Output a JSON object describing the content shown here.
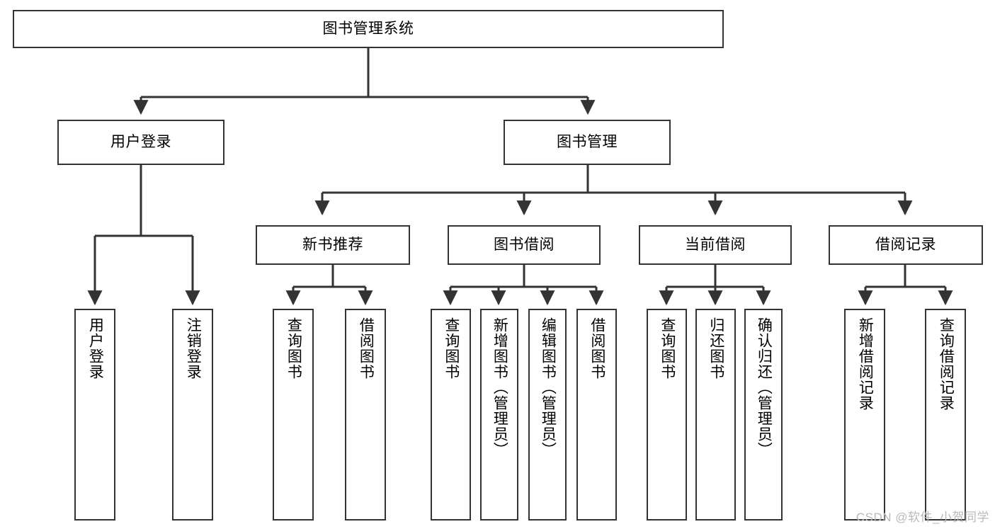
{
  "diagram": {
    "title_node": {
      "id": "root",
      "label": "图书管理系统"
    },
    "level2": [
      {
        "id": "user-login",
        "label": "用户登录"
      },
      {
        "id": "book-management",
        "label": "图书管理"
      }
    ],
    "level3": [
      {
        "id": "new-book-recommend",
        "label": "新书推荐"
      },
      {
        "id": "book-borrow",
        "label": "图书借阅"
      },
      {
        "id": "current-borrow",
        "label": "当前借阅"
      },
      {
        "id": "borrow-record",
        "label": "借阅记录"
      }
    ],
    "leaves": {
      "user_login": [
        {
          "id": "leaf-user-login",
          "label": "用户登录"
        },
        {
          "id": "leaf-logout-login",
          "label": "注销登录"
        }
      ],
      "new_book_recommend": [
        {
          "id": "leaf-query-book-1",
          "label": "查询图书"
        },
        {
          "id": "leaf-borrow-book-1",
          "label": "借阅图书"
        }
      ],
      "book_borrow": [
        {
          "id": "leaf-query-book-2",
          "label": "查询图书"
        },
        {
          "id": "leaf-add-book",
          "label": "新增图书（管理员）"
        },
        {
          "id": "leaf-edit-book",
          "label": "编辑图书（管理员）"
        },
        {
          "id": "leaf-borrow-book-2",
          "label": "借阅图书"
        }
      ],
      "current_borrow": [
        {
          "id": "leaf-query-book-3",
          "label": "查询图书"
        },
        {
          "id": "leaf-return-book",
          "label": "归还图书"
        },
        {
          "id": "leaf-confirm-return",
          "label": "确认归还（管理员）"
        }
      ],
      "borrow_record": [
        {
          "id": "leaf-add-borrow-record",
          "label": "新增借阅记录"
        },
        {
          "id": "leaf-query-borrow-record",
          "label": "查询借阅记录"
        }
      ]
    }
  },
  "watermark": {
    "text": "CSDN @软件_小贺同学"
  },
  "colors": {
    "stroke": "#333333",
    "background": "#ffffff",
    "text": "#000000",
    "watermark": "#b9b9b9"
  }
}
